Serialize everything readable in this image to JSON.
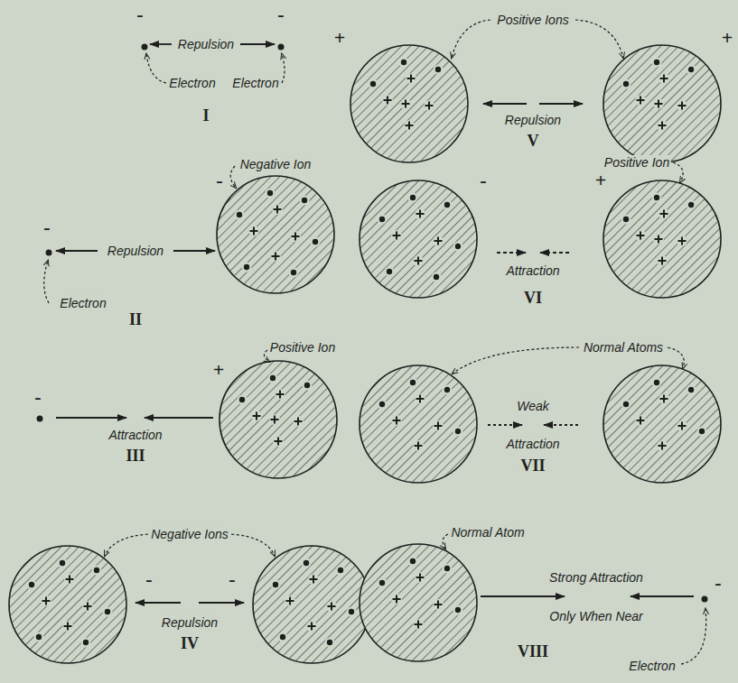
{
  "diagram": {
    "labels": [
      "-",
      "-",
      "Repulsion",
      "Electron",
      "Electron",
      "I",
      "+",
      "Positive Ions",
      "+",
      "Repulsion",
      "V",
      "-",
      "Negative Ion",
      "Repulsion",
      "-",
      "Electron",
      "II",
      "-",
      "Positive Ion",
      "+",
      "Attraction",
      "VI",
      "Positive Ion",
      "-",
      "+",
      "Attraction",
      "III",
      "Normal Atoms",
      "Weak",
      "Attraction",
      "VII",
      "Negative Ions",
      "-",
      "-",
      "Repulsion",
      "IV",
      "Normal Atom",
      "Strong Attraction",
      "-",
      "Only When Near",
      "VIII",
      "Electron"
    ]
  }
}
